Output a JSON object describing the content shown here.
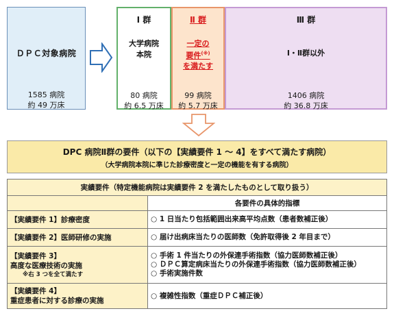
{
  "dpc": {
    "name": "ＤＰＣ対象病院",
    "count": "1585 病院",
    "beds": "約 49 万床"
  },
  "groups": [
    {
      "title": "Ⅰ 群",
      "body": [
        "大学病院",
        "本院"
      ],
      "count": "80 病院",
      "beds": "約 6.5 万床"
    },
    {
      "title": "Ⅱ 群",
      "body": [
        "一定の",
        "要件",
        "を満たす"
      ],
      "note_mark": "(※)",
      "count": "99 病院",
      "beds": "約 5.7 万床"
    },
    {
      "title": "Ⅲ 群",
      "body": [
        "Ⅰ・Ⅱ群以外"
      ],
      "count": "1406 病院",
      "beds": "約 36.8 万床"
    }
  ],
  "requirement": {
    "title": "DPC 病院Ⅱ群の要件（以下の【実績要件 1 ～ 4】をすべて満たす病院）",
    "subtitle": "（大学病院本院に準じた診療密度と一定の機能を有する病院）"
  },
  "table": {
    "title": "実績要件（特定機能病院は実績要件 2 を満たしたものとして取り扱う）",
    "indicator_header": "各要件の具体的指標",
    "rows": [
      {
        "label": [
          "【実績要件 1】診療密度"
        ],
        "indicators": [
          "○ 1 日当たり包括範囲出来高平均点数（患者数補正後）"
        ]
      },
      {
        "label": [
          "【実績要件 2】医師研修の実施"
        ],
        "indicators": [
          "○ 届け出病床当たりの医師数（免許取得後 2 年目まで）"
        ]
      },
      {
        "label": [
          "【実績要件 3】",
          "高度な医療技術の実施"
        ],
        "note": "※右 3 つを全て満たす",
        "indicators": [
          "○ 手術 1 件当たりの外保連手術指数（協力医師数補正後）",
          "○ ＤＰＣ算定病床当たりの外保連手術指数（協力医師数補正後）",
          "○ 手術実施件数"
        ]
      },
      {
        "label": [
          "【実績要件 4】",
          "重症患者に対する診療の実施"
        ],
        "indicators": [
          "○ 複雑性指数（重症ＤＰＣ補正後）"
        ]
      }
    ]
  },
  "colors": {
    "dpc_fill": "#e0eef8",
    "group1_border": "#62b06a",
    "group2_fill": "#fde4cc",
    "group2_text": "#d8191b",
    "group3_fill": "#eedef2",
    "req_fill": "#faeaa8",
    "table_fill": "#fdf2c8",
    "arrow_stroke": "#2f6fb5",
    "arrow_down_stroke": "#e8956a"
  }
}
